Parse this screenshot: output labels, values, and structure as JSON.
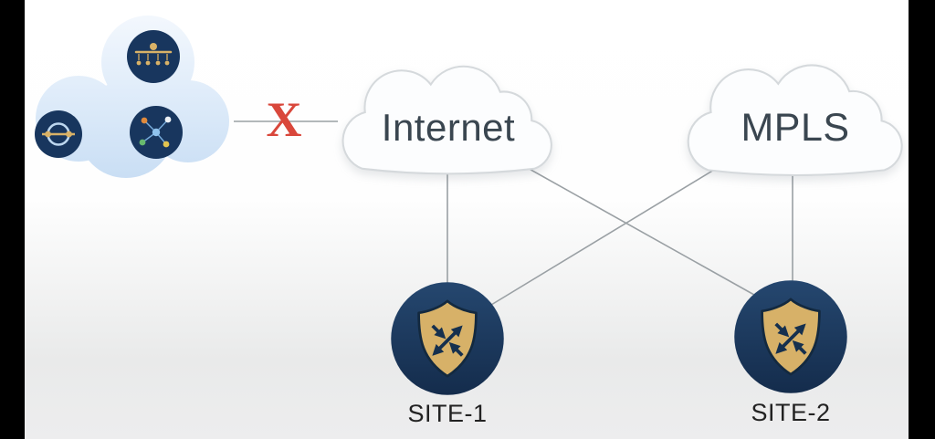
{
  "diagram": {
    "disconnect_mark": "X",
    "clouds": [
      {
        "id": "internet",
        "label": "Internet"
      },
      {
        "id": "mpls",
        "label": "MPLS"
      }
    ],
    "sites": [
      {
        "id": "site-1",
        "label": "SITE-1"
      },
      {
        "id": "site-2",
        "label": "SITE-2"
      }
    ],
    "controller_cloud": {
      "icons": [
        "network-tree-icon",
        "link-ring-icon",
        "mesh-network-icon"
      ]
    },
    "connections": [
      {
        "from": "controller-cloud",
        "to": "Internet",
        "status": "broken"
      },
      {
        "from": "Internet",
        "to": "SITE-1",
        "status": "up"
      },
      {
        "from": "Internet",
        "to": "SITE-2",
        "status": "up"
      },
      {
        "from": "MPLS",
        "to": "SITE-1",
        "status": "up"
      },
      {
        "from": "MPLS",
        "to": "SITE-2",
        "status": "up"
      }
    ],
    "colors": {
      "cloud_fill": "#fcfdfe",
      "cloud_stroke": "#d5d9dc",
      "controller_cloud_blue": "#d9e8f8",
      "navy_circle": "#18365e",
      "shield_gold": "#d7b168",
      "connector_gray": "#9aa0a4",
      "broken_x_red": "#d9473b",
      "cloud_label_text": "#3a4650",
      "site_label_text": "#222222",
      "background_top": "#ffffff",
      "background_bottom": "#e9eaea"
    }
  }
}
